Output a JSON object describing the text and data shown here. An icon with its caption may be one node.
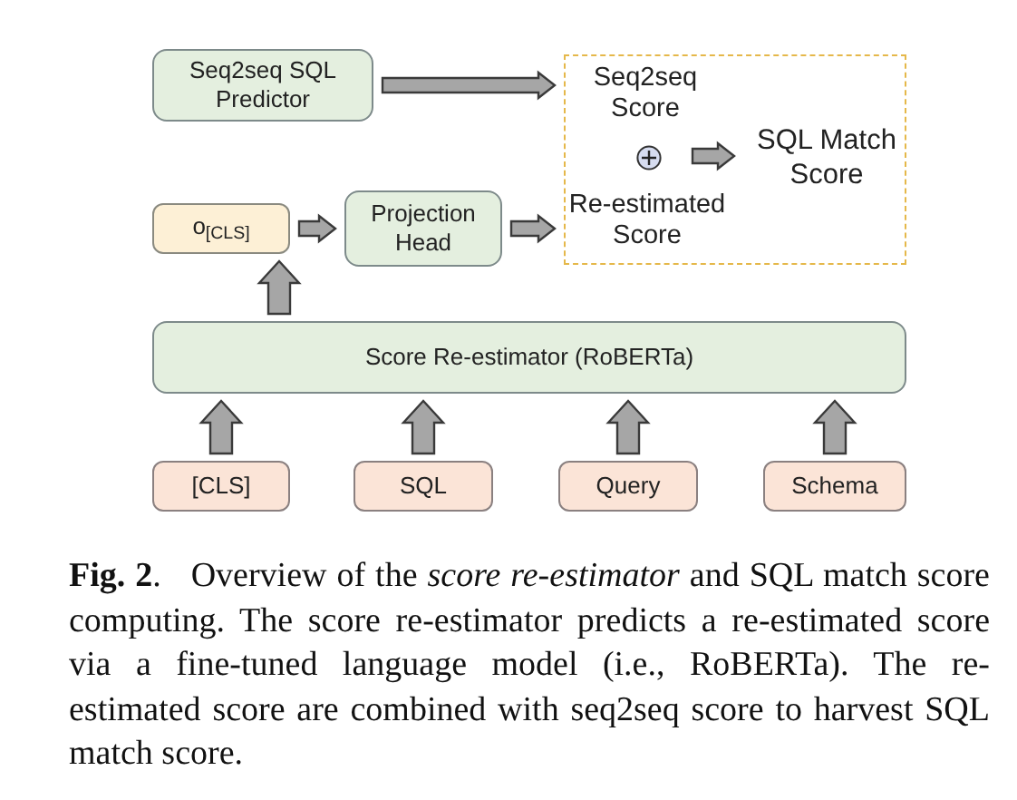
{
  "diagram": {
    "caption": "**Fig. 2**.   Overview of the *score re-estimator* and SQL match score computing. The score re-estimator predicts a re-estimated score via a fine-tuned language model (i.e., RoBERTa). The re-estimated score are combined with seq2seq score to harvest SQL match score.",
    "nodes": [
      {
        "text": [
          "Seq2seq SQL Predictor"
        ]
      },
      {
        "text": [],
        "shape": "box"
      },
      {
        "text": [
          "Seq2seq Score"
        ],
        "in": 1
      },
      {
        "text": [],
        "shape": "circle",
        "in": 1
      },
      {
        "text": [
          "Re-estimated Score"
        ],
        "in": 1
      },
      {
        "text": [
          "SQL Match Score"
        ],
        "in": 1
      },
      {
        "text": [
          "o$_{[CLS]}$"
        ]
      },
      {
        "text": [
          "Projection Head"
        ]
      },
      {
        "text": [
          "Score Re-estimator (RoBERTa)"
        ]
      },
      {
        "text": [
          "[CLS]"
        ]
      },
      {
        "text": [
          "SQL"
        ]
      },
      {
        "text": [
          "Query"
        ]
      },
      {
        "text": [
          "Schema"
        ]
      }
    ],
    "edges": [
      {
        "from": 0,
        "to": 1,
        "arrow": "to"
      },
      {
        "from": 3,
        "to": 5,
        "arrow": "to"
      },
      {
        "from": 6,
        "to": 7,
        "arrow": "to"
      },
      {
        "from": 7,
        "to": 1,
        "arrow": "to"
      },
      {
        "from": 8,
        "to": 6,
        "arrow": "to"
      },
      {
        "from": 9,
        "to": 8,
        "arrow": "to"
      },
      {
        "from": 10,
        "to": 8,
        "arrow": "to"
      },
      {
        "from": 11,
        "to": 8,
        "arrow": "to"
      },
      {
        "from": 12,
        "to": 8,
        "arrow": "to"
      }
    ]
  }
}
